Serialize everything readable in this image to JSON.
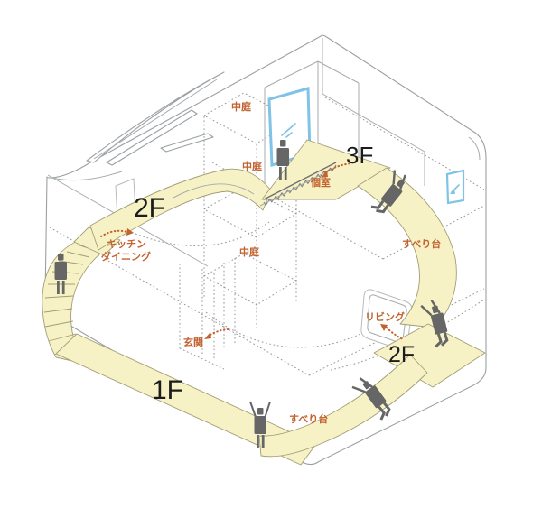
{
  "diagram": {
    "type": "isometric-house-circulation-diagram",
    "floors": {
      "f1": "1F",
      "f2_left": "2F",
      "f2_right": "2F",
      "f3": "3F"
    },
    "labels": {
      "courtyard_top": "中庭",
      "courtyard_mid": "中庭",
      "courtyard_bottom": "中庭",
      "kitchen_line1": "キッチン",
      "kitchen_line2": "ダイニング",
      "private_room": "個室",
      "slide_right": "すべり台",
      "living": "リビング",
      "entrance": "玄関",
      "slide_bottom": "すべり台"
    }
  },
  "colors": {
    "background": "#FFFFFF",
    "slide_yellow": "#F7F2C6",
    "slide_edge": "#A39D74",
    "outline_gray": "#9AA0A3",
    "dashed_gray": "#979797",
    "accent_orange": "#C2622F",
    "window_blue": "#7FC3E6",
    "figure_gray": "#666666",
    "floor_label_color": "#1C1C1C"
  },
  "icons": {
    "standing_person": "standing-person-icon",
    "sliding_person": "sliding-person-icon",
    "cheering_person": "arms-up-person-icon",
    "skylight": "skylight-glass-icon",
    "window_mark": "glass-slash-icon"
  }
}
